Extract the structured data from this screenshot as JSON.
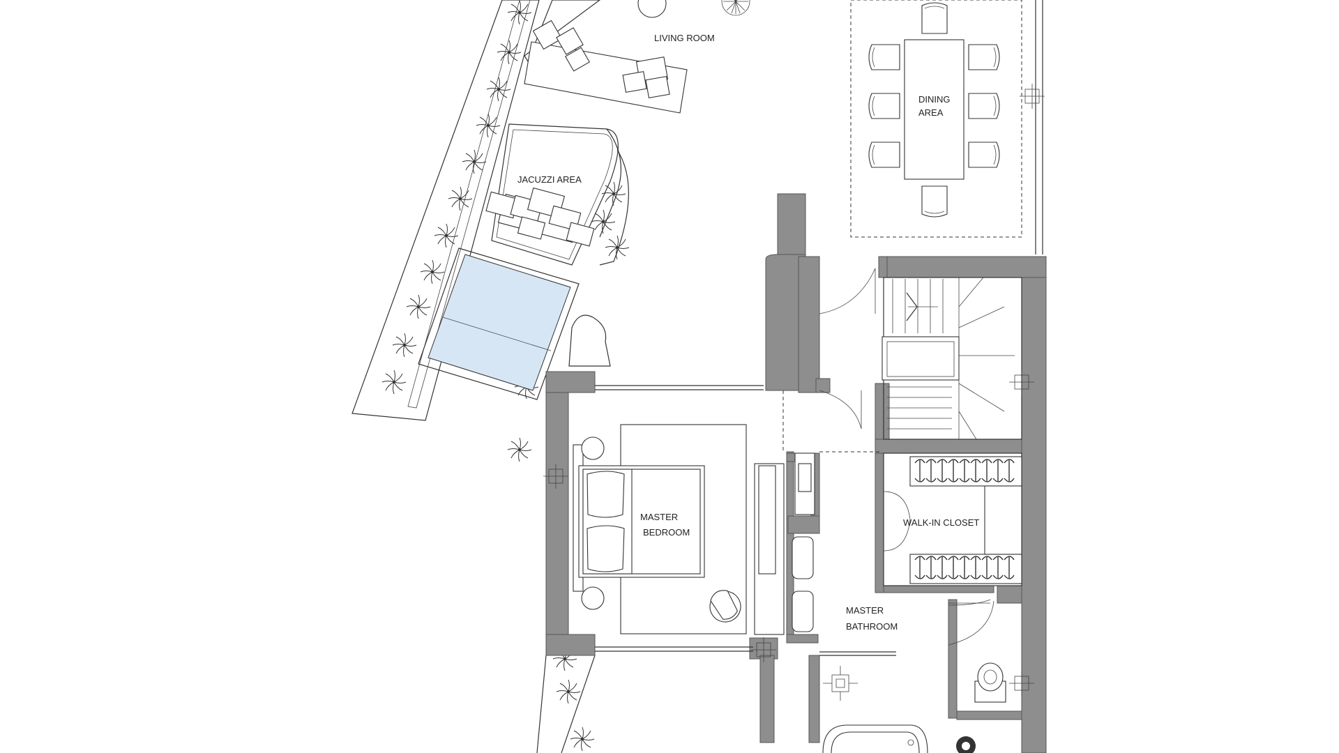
{
  "plan": {
    "rooms": [
      {
        "id": "living",
        "lines": [
          "LIVING ROOM"
        ]
      },
      {
        "id": "dining",
        "lines": [
          "DINING",
          "AREA"
        ]
      },
      {
        "id": "jacuzzi",
        "lines": [
          "JACUZZI AREA"
        ]
      },
      {
        "id": "bedroom",
        "lines": [
          "MASTER",
          "BEDROOM"
        ]
      },
      {
        "id": "closet",
        "lines": [
          "WALK-IN CLOSET"
        ]
      },
      {
        "id": "bath",
        "lines": [
          "MASTER",
          "BATHROOM"
        ]
      }
    ],
    "colors": {
      "wall": "#8e8e8e",
      "pool": "#d7e6f5",
      "line": "#333333",
      "background": "#ffffff"
    },
    "icons": [
      "palm-plant-icon",
      "chair-icon",
      "bed-icon",
      "bathtub-icon",
      "toilet-icon",
      "sink-icon",
      "stair-arrow-icon",
      "column-cross-icon"
    ]
  }
}
